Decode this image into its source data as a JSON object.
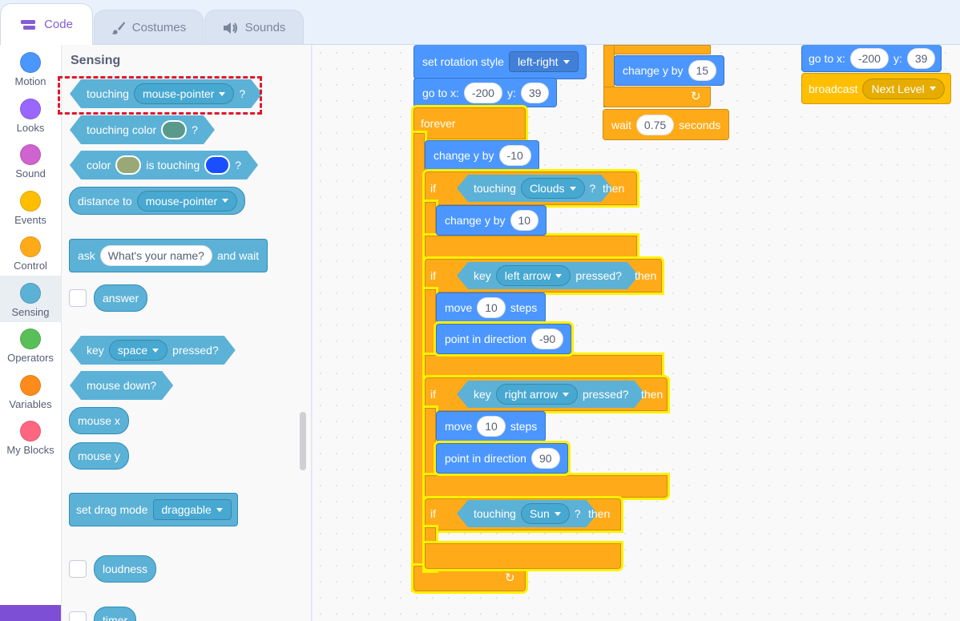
{
  "tabs": {
    "code": "Code",
    "costumes": "Costumes",
    "sounds": "Sounds"
  },
  "categories": [
    {
      "label": "Motion",
      "color": "#4c97ff"
    },
    {
      "label": "Looks",
      "color": "#9966ff"
    },
    {
      "label": "Sound",
      "color": "#cf63cf"
    },
    {
      "label": "Events",
      "color": "#ffbf00"
    },
    {
      "label": "Control",
      "color": "#ffab19"
    },
    {
      "label": "Sensing",
      "color": "#5cb1d6"
    },
    {
      "label": "Operators",
      "color": "#59c059"
    },
    {
      "label": "Variables",
      "color": "#ff8c1a"
    },
    {
      "label": "My Blocks",
      "color": "#ff6680"
    }
  ],
  "palette": {
    "title": "Sensing",
    "touching": {
      "word": "touching",
      "value": "mouse-pointer",
      "q": "?"
    },
    "touching_color": {
      "word": "touching color",
      "q": "?",
      "swatch": "#5a9a8a"
    },
    "color_touching": {
      "color": "color",
      "is": "is touching",
      "q": "?",
      "swatch1": "#9aa877",
      "swatch2": "#1a4fff"
    },
    "distance": {
      "word": "distance to",
      "value": "mouse-pointer"
    },
    "ask": {
      "word": "ask",
      "value": "What's your name?",
      "tail": "and wait"
    },
    "answer": "answer",
    "key_pressed": {
      "word": "key",
      "value": "space",
      "tail": "pressed?"
    },
    "mouse_down": "mouse down?",
    "mouse_x": "mouse x",
    "mouse_y": "mouse y",
    "drag_mode": {
      "word": "set drag mode",
      "value": "draggable"
    },
    "loudness": "loudness",
    "timer": "timer"
  },
  "script": {
    "set_rotation": {
      "word": "set rotation style",
      "value": "left-right"
    },
    "goto": {
      "word": "go to x:",
      "x": "-200",
      "y_label": "y:",
      "y": "39"
    },
    "forever": "forever",
    "change_y_1": {
      "word": "change y by",
      "value": "-10"
    },
    "if1": {
      "if": "if",
      "touching": "touching",
      "value": "Clouds",
      "q": "?",
      "then": "then"
    },
    "change_y_2": {
      "word": "change y by",
      "value": "10"
    },
    "if2": {
      "if": "if",
      "key": "key",
      "value": "left arrow",
      "pressed": "pressed?",
      "then": "then"
    },
    "move1": {
      "word": "move",
      "value": "10",
      "tail": "steps"
    },
    "point1": {
      "word": "point in direction",
      "value": "-90"
    },
    "if3": {
      "if": "if",
      "key": "key",
      "value": "right arrow",
      "pressed": "pressed?",
      "then": "then"
    },
    "move2": {
      "word": "move",
      "value": "10",
      "tail": "steps"
    },
    "point2": {
      "word": "point in direction",
      "value": "90"
    },
    "if4": {
      "if": "if",
      "touching": "touching",
      "value": "Sun",
      "q": "?",
      "then": "then"
    }
  },
  "script2": {
    "change_y": {
      "word": "change y by",
      "value": "15"
    },
    "wait": {
      "word": "wait",
      "value": "0.75",
      "tail": "seconds"
    }
  },
  "script3": {
    "goto": {
      "word": "go to x:",
      "x": "-200",
      "y_label": "y:",
      "y": "39"
    },
    "broadcast": {
      "word": "broadcast",
      "value": "Next Level"
    }
  }
}
